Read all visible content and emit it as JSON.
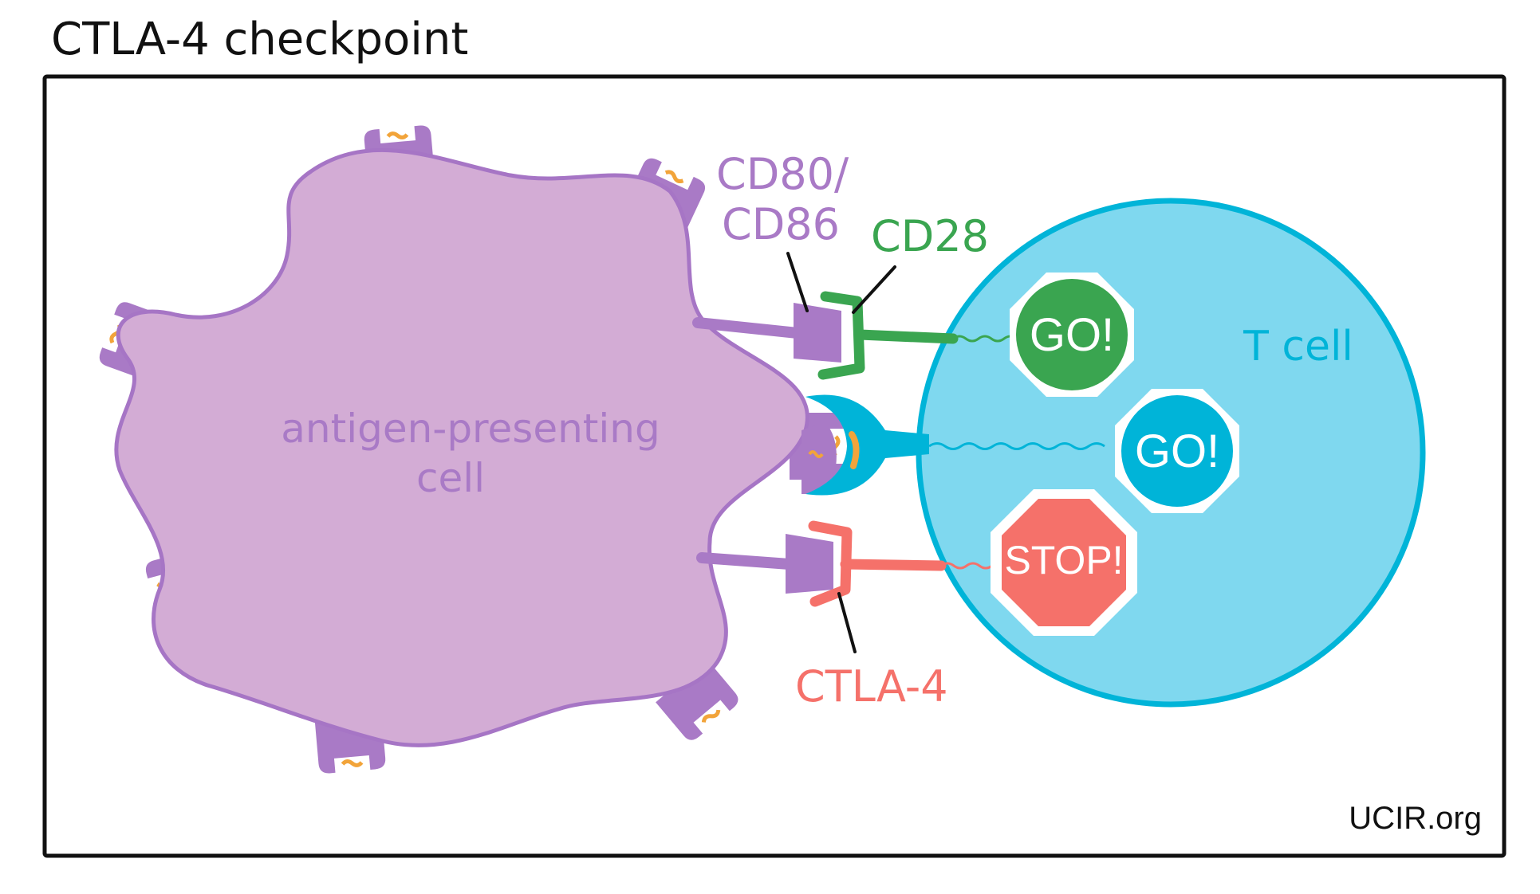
{
  "title": "CTLA-4 checkpoint",
  "labels": {
    "apc_line1": "antigen-presenting",
    "apc_line2": "cell",
    "cd80_line1": "CD80/",
    "cd80_line2": "CD86",
    "cd28": "CD28",
    "ctla4": "CTLA-4",
    "tcell": "T cell"
  },
  "signals": {
    "go_green": "GO!",
    "go_blue": "GO!",
    "stop": "STOP!"
  },
  "credit": "UCIR.org",
  "colors": {
    "apc_fill": "#d3acd5",
    "apc_stroke": "#a675c5",
    "receptor_purple": "#a97ac6",
    "cd28_green": "#3aa550",
    "tcr_blue": "#00b4d8",
    "tcell_fill": "#7fd8ef",
    "ctla4_red": "#f5716a",
    "antigen_orange": "#f2a43a"
  }
}
